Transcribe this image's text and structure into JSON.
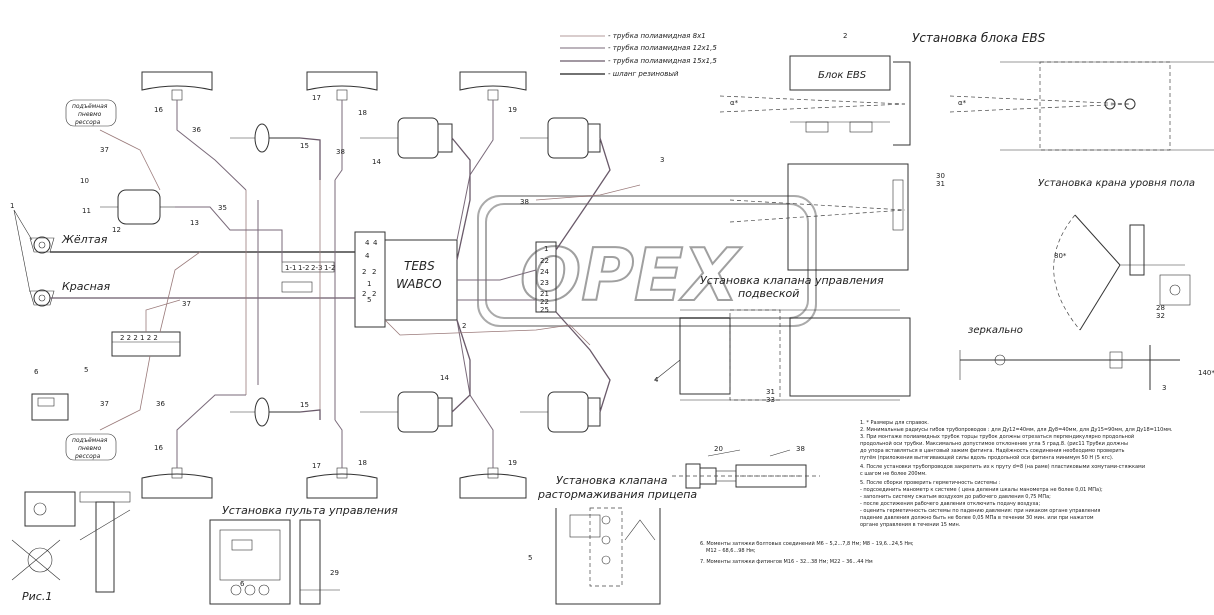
{
  "legend": [
    {
      "text": "- трубка полиамидная 8х1",
      "style": "pipeA"
    },
    {
      "text": "- трубка полиамидная 12х1,5",
      "style": "pipeB"
    },
    {
      "text": "- трубка полиамидная 15х1,5",
      "style": "pipeC"
    },
    {
      "text": "- шланг резиновый",
      "style": "hose"
    }
  ],
  "blocks": {
    "tebs_line1": "TEBS",
    "tebs_line2": "WABCO",
    "ebs_block": "Блок EBS"
  },
  "titles": {
    "ebs_install": "Установка блока EBS",
    "floor_valve_install": "Установка крана уровня пола",
    "suspension_valve_1": "Установка клапана управления",
    "suspension_valve_2": "подвеской",
    "mirror": "зеркально",
    "trailer_valve_1": "Установка клапана",
    "trailer_valve_2": "растормаживания прицепа",
    "control_panel_install": "Установка пульта управления",
    "fig": "Рис.1"
  },
  "couplings": {
    "yellow": "Жёлтая",
    "red": "Красная"
  },
  "callout_tags": {
    "top_l1": "подъёмная",
    "top_l2": "пневмо",
    "top_l3": "рессора",
    "bot_l1": "подъёмная",
    "bot_l2": "пневмо",
    "bot_l3": "рессора"
  },
  "numbers": {
    "n1": "1",
    "n2": "2",
    "n3": "3",
    "n4": "4",
    "n5": "5",
    "n6": "6",
    "n10": "10",
    "n11": "11",
    "n12": "12",
    "n13": "13",
    "n14": "14",
    "n15": "15",
    "n16": "16",
    "n17": "17",
    "n18": "18",
    "n19": "19",
    "n20": "20",
    "n28": "28",
    "n29": "29",
    "n30": "30",
    "n31": "31",
    "n32": "32",
    "n33": "33",
    "n35": "35",
    "n36": "36",
    "n37": "37",
    "n38": "38"
  },
  "ports": {
    "tebs": [
      "4",
      "4",
      "4",
      "2",
      "2",
      "1",
      "2",
      "2",
      "5"
    ],
    "modulator": [
      "1",
      "22",
      "24",
      "23",
      "21",
      "22",
      "25"
    ],
    "left_small": [
      "1-1",
      "1-2",
      "2-3",
      "1-2"
    ]
  },
  "notes": [
    "1. * Размеры для справок.",
    "2. Минимальные радиусы гибов трубопроводов : для Ду12=40мм, для Ду8=40мм, для Ду15=90мм, для Ду18=110мм.",
    "3. При монтаже полиамидных трубок торцы трубок должны отрезаться перпендикулярно продольной",
    "    продольной оси трубки. Максимально допустимое отклонение угла     5 град.8. (рис11 Трубки должны",
    "    до упора вставляться в цанговый зажим фитинга. Надёжность соединения необходимо проверить",
    "    путём (приложения вытягивающей силы вдоль продольной оси фитинга минимум 50 Н (5 кгс).",
    "4. После установки трубопроводов закрепить их к пруту d=8 (на раме) пластиковыми хомутами-стяжками",
    "    с шагом не более 200мм.",
    "5. После сборки проверить герметичность системы :",
    "- подсоединить манометр к системе ( цена деления шкалы манометра не более 0,01 МПа);",
    "- заполнить систему сжатым воздухом до рабочего давления 0,75 МПа;",
    "- после достижения рабочего давления отключить подачу воздуха;",
    "- оценить герметичность системы по падению давления: при никаком органе управления",
    "   падение давления должно быть не более 0,05 МПа в течении 30 мин. или при нажатом",
    "   органе управления в течении 15 мин."
  ],
  "torque": {
    "t1": "6. Моменты затяжки болтовых соединений М6 – 5,2...7,8 Нм; М8 – 19,6...24,5 Нм;",
    "t2": "М12 – 68,6...98 Нм;",
    "t3": "7. Моменты затяжки фитингов М16 – 32...38 Нм; М22 – 36...44 Нм"
  },
  "dims": {
    "angle1": "α*",
    "angle2": "α*",
    "h1": "80*",
    "h2": "140*"
  },
  "watermark": "OPEX"
}
